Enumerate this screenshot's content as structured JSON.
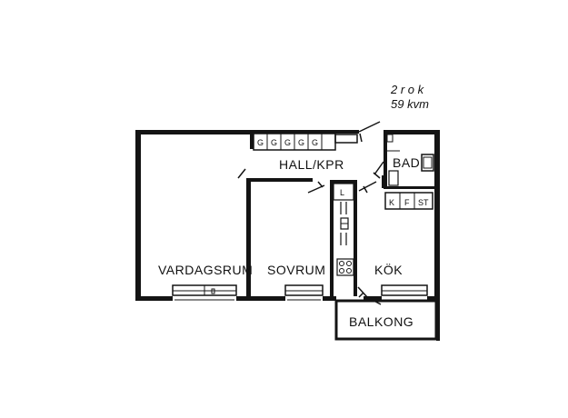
{
  "info": {
    "rooms": "2 r o k",
    "area": "59 kvm"
  },
  "rooms": {
    "hall": "HALL/KPR",
    "bad": "BAD",
    "vardagsrum": "VARDAGSRUM",
    "sovrum": "SOVRUM",
    "kok": "KÖK",
    "balkong": "BALKONG"
  },
  "fixtures": {
    "wardrobe_mark": "G",
    "pantry_mark": "L",
    "kitchen_k": "K",
    "kitchen_f": "F",
    "kitchen_st": "ST"
  },
  "colors": {
    "ink": "#141414",
    "background": "#ffffff"
  }
}
